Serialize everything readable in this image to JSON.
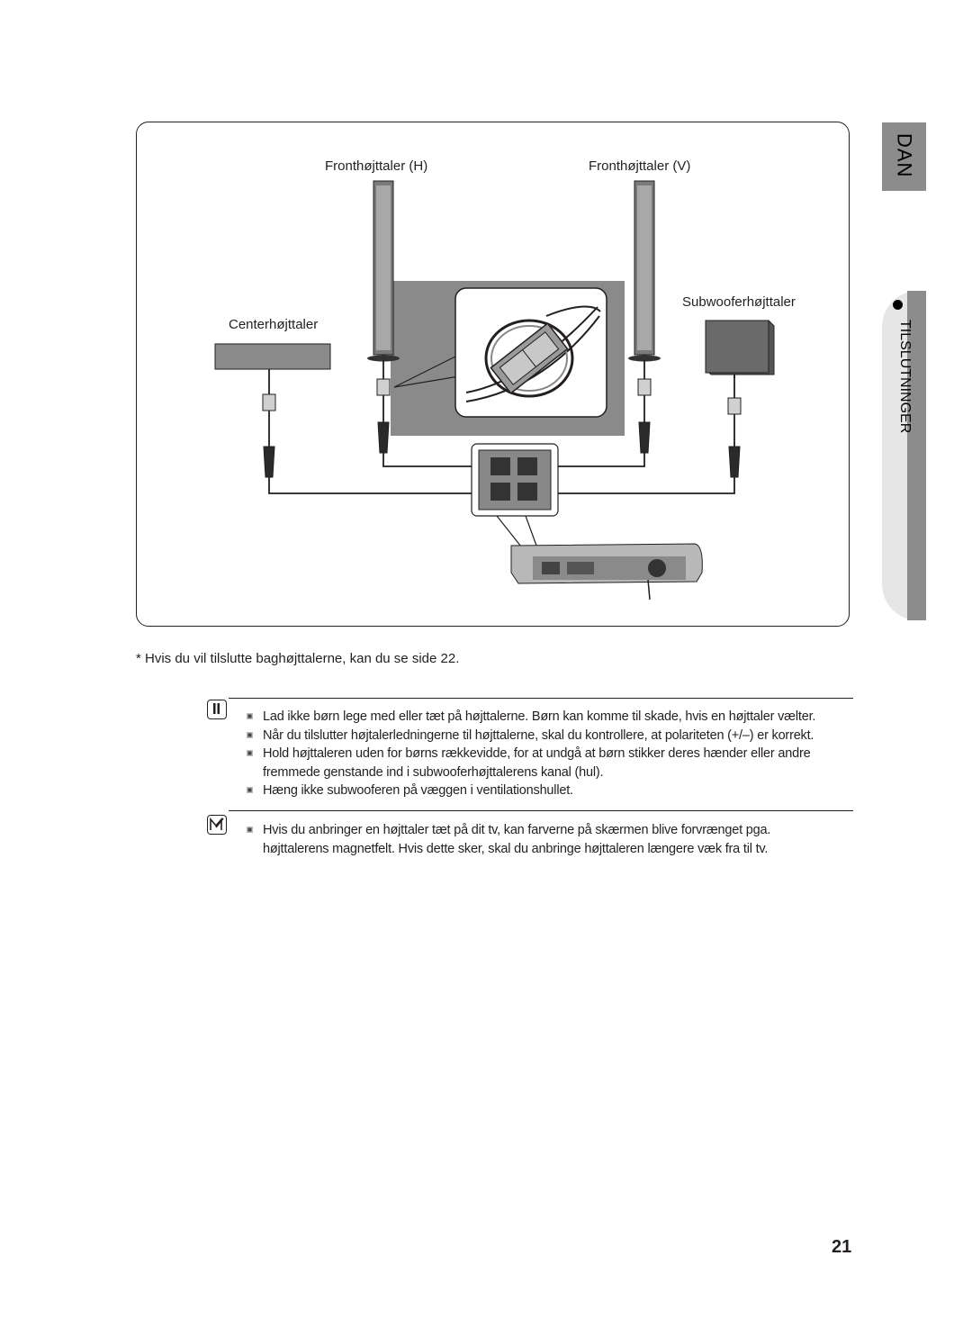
{
  "side_tabs": {
    "language": "DAN",
    "section": "TILSLUTNINGER"
  },
  "diagram": {
    "front_right_label": "Fronthøjttaler (H)",
    "front_left_label": "Fronthøjttaler (V)",
    "center_label": "Centerhøjttaler",
    "subwoofer_label": "Subwooferhøjttaler"
  },
  "footnote": "* Hvis du vil tilslutte baghøjttalerne, kan du se side 22.",
  "caution": {
    "icon": "caution-icon",
    "items": [
      "Lad ikke børn lege med eller tæt på højttalerne. Børn kan komme til skade, hvis en højttaler vælter.",
      "Når du tilslutter højtalerledningerne til højttalerne, skal du kontrollere, at polariteten (+/–) er korrekt.",
      "Hold højttaleren uden for børns rækkevidde, for at undgå at børn stikker deres hænder eller andre fremmede genstande ind i subwooferhøjttalerens kanal (hul).",
      "Hæng ikke subwooferen på væggen i ventilationshullet."
    ]
  },
  "note": {
    "icon": "note-pencil-icon",
    "items": [
      "Hvis du anbringer en højttaler tæt på dit tv, kan farverne på skærmen blive forvrænget pga. højttalerens magnetfelt. Hvis dette sker, skal du anbringe højttaleren længere væk fra til tv."
    ]
  },
  "page_number": "21"
}
